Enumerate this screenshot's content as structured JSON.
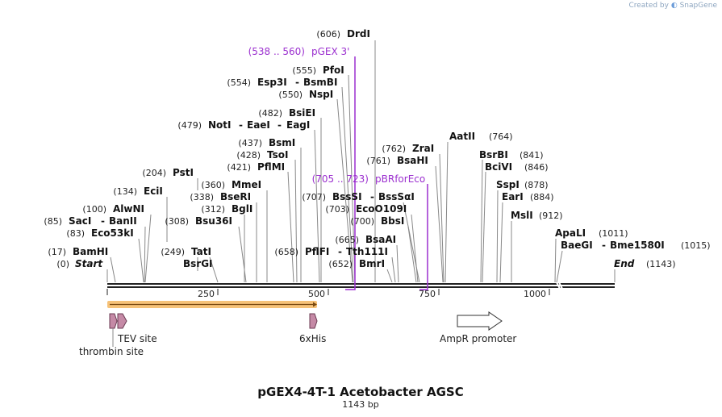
{
  "brand": {
    "created_by": "Created by",
    "name": "SnapGene"
  },
  "map": {
    "title": "pGEX4-4T-1 Acetobacter AGSC",
    "length_label": "1143 bp",
    "length": 1143,
    "backbone_color": "#222222",
    "primer_color": "#9b2fcf",
    "orf_color": "#f4b760",
    "feature_color": "#c58aa6"
  },
  "ticks": [
    "250",
    "500",
    "750",
    "1000"
  ],
  "cut_sites": [
    {
      "pos": "(606)",
      "name": "DrdI"
    },
    {
      "pos": "(555)",
      "name": "PfoI"
    },
    {
      "pos": "(554)",
      "name": "Esp3I",
      "name2": "BsmBI"
    },
    {
      "pos": "(550)",
      "name": "NspI"
    },
    {
      "pos": "(482)",
      "name": "BsiEI"
    },
    {
      "pos": "(479)",
      "name": "NotI",
      "name2": "EaeI",
      "name3": "EagI"
    },
    {
      "pos": "(437)",
      "name": "BsmI"
    },
    {
      "pos": "(428)",
      "name": "TsoI"
    },
    {
      "pos": "(421)",
      "name": "PflMI"
    },
    {
      "pos": "(204)",
      "name": "PstI"
    },
    {
      "pos": "(360)",
      "name": "MmeI"
    },
    {
      "pos": "(134)",
      "name": "EciI"
    },
    {
      "pos": "(338)",
      "name": "BseRI"
    },
    {
      "pos": "(312)",
      "name": "BglI"
    },
    {
      "pos": "(100)",
      "name": "AlwNI"
    },
    {
      "pos": "(85)",
      "name": "SacI",
      "name2": "BanII"
    },
    {
      "pos": "(308)",
      "name": "Bsu36I"
    },
    {
      "pos": "(83)",
      "name": "Eco53kI"
    },
    {
      "pos": "(17)",
      "name": "BamHI"
    },
    {
      "pos": "(249)",
      "name": "TatI"
    },
    {
      "pos": "(658)",
      "name": "PflFI",
      "name2": "Tth111I"
    },
    {
      "pos": "(652)",
      "name": "BmrI"
    },
    {
      "pos": "(665)",
      "name": "BsaAI"
    },
    {
      "pos": "(700)",
      "name": "BbsI"
    },
    {
      "pos": "(703)",
      "name": "EcoO109I"
    },
    {
      "pos": "(707)",
      "name": "BssSI",
      "name2": "BssSαI"
    },
    {
      "pos": "(761)",
      "name": "BsaHI"
    },
    {
      "pos": "(762)",
      "name": "ZraI"
    },
    {
      "pos": "(764)",
      "name": "AatII"
    },
    {
      "pos": "(841)",
      "name": "BsrBI"
    },
    {
      "pos": "(846)",
      "name": "BciVI"
    },
    {
      "pos": "(878)",
      "name": "SspI"
    },
    {
      "pos": "(884)",
      "name": "EarI"
    },
    {
      "pos": "(912)",
      "name": "MslI"
    },
    {
      "pos": "(1011)",
      "name": "ApaLI"
    },
    {
      "pos": "(1015)",
      "name": "BaeGI",
      "name2": "Bme1580I"
    }
  ],
  "ends": {
    "start_pos": "(0)",
    "start_label": "Start",
    "end_label": "End",
    "end_pos": "(1143)"
  },
  "primers": [
    {
      "range": "(538 .. 560)",
      "name": "pGEX 3'"
    },
    {
      "range": "(705 .. 723)",
      "name": "pBRforEco"
    }
  ],
  "features": {
    "tev": "TEV site",
    "thrombin": "thrombin site",
    "his": "6xHis",
    "ampr": "AmpR promoter"
  }
}
